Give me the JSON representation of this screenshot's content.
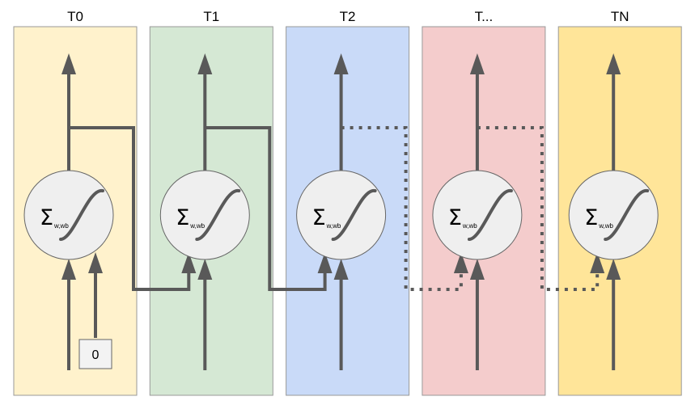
{
  "diagram": {
    "columns": [
      {
        "title": "T0",
        "fill": "#fff2cc",
        "neuron_symbol": "Σ",
        "neuron_subscript": "w,wb"
      },
      {
        "title": "T1",
        "fill": "#d5e8d4",
        "neuron_symbol": "Σ",
        "neuron_subscript": "w,wb"
      },
      {
        "title": "T2",
        "fill": "#c9daf8",
        "neuron_symbol": "Σ",
        "neuron_subscript": "w,wb"
      },
      {
        "title": "T...",
        "fill": "#f4cccc",
        "neuron_symbol": "Σ",
        "neuron_subscript": "w,wb"
      },
      {
        "title": "TN",
        "fill": "#ffe599",
        "neuron_symbol": "Σ",
        "neuron_subscript": "w,wb"
      }
    ],
    "connections": [
      {
        "from": 0,
        "to": 1,
        "style": "solid"
      },
      {
        "from": 1,
        "to": 2,
        "style": "solid"
      },
      {
        "from": 2,
        "to": 3,
        "style": "dotted"
      },
      {
        "from": 3,
        "to": 4,
        "style": "dotted"
      }
    ],
    "initial_state": {
      "label": "0"
    },
    "colors": {
      "line": "#595959",
      "column_border": "#999999",
      "neuron_fill": "#efefef",
      "neuron_border": "#666666"
    }
  }
}
